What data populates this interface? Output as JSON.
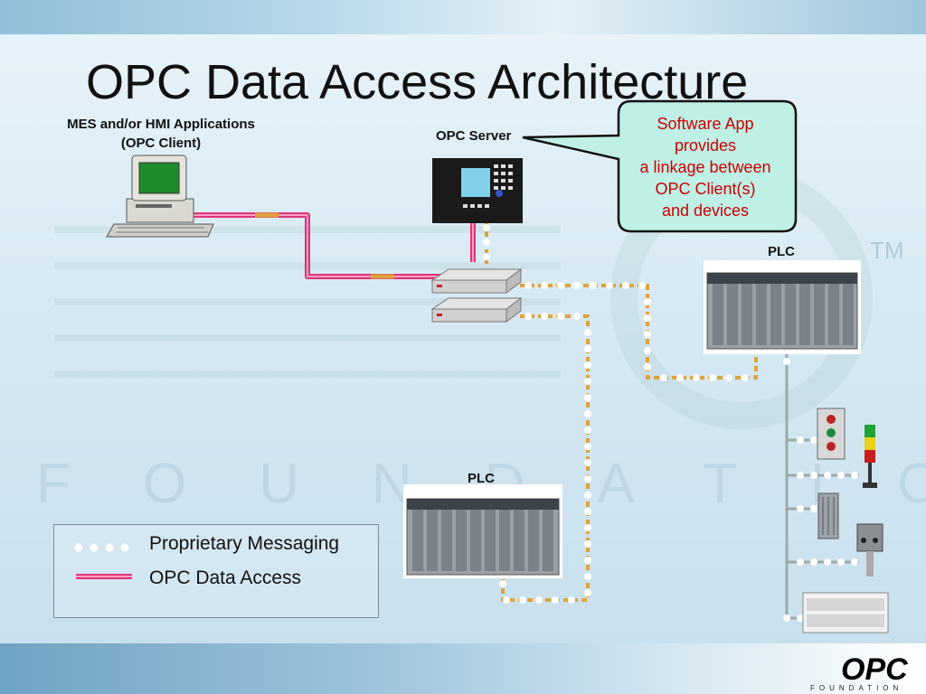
{
  "slide": {
    "title": "OPC Data Access Architecture",
    "client_label_line1": "MES and/or HMI Applications",
    "client_label_line2": "(OPC Client)",
    "server_label": "OPC Server",
    "plc_top_label": "PLC",
    "plc_bottom_label": "PLC",
    "watermark": "FOUNDATION",
    "trademark": "TM"
  },
  "callout": {
    "line1": "Software App",
    "line2": "provides",
    "line3": "a linkage between",
    "line4": "OPC Client(s)",
    "line5": "and devices",
    "text_color": "#cc0000"
  },
  "legend": {
    "proprietary": "Proprietary Messaging",
    "opc": "OPC Data Access"
  },
  "logo": {
    "name": "OPC",
    "tagline": "FOUNDATION"
  },
  "colors": {
    "opc_line": "#e0337a",
    "proprietary_line": "#e0a33a",
    "dot": "#ffffff"
  }
}
